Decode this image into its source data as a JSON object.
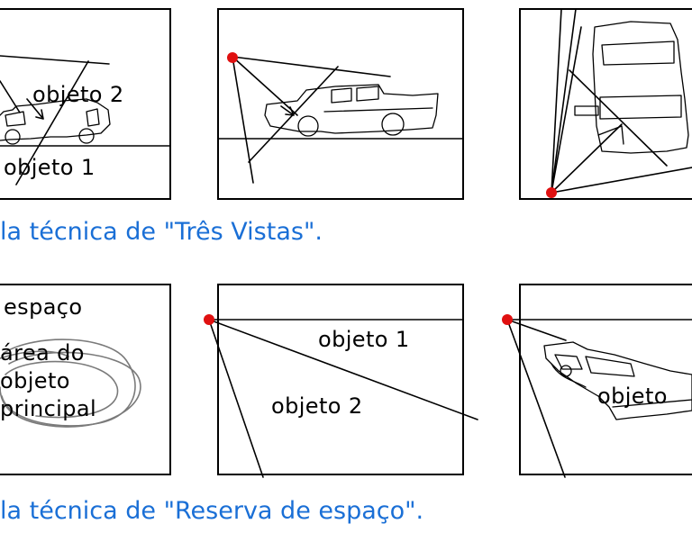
{
  "row1": {
    "panel1": {
      "label_objeto2": "objeto 2",
      "label_objeto1": "objeto 1"
    },
    "caption": "la técnica de \"Três Vistas\"."
  },
  "row2": {
    "panel1": {
      "label_espaco": "espaço",
      "label_area_line1": "área do",
      "label_area_line2": "objeto",
      "label_area_line3": "principal"
    },
    "panel2": {
      "label_objeto1": "objeto 1",
      "label_objeto2": "objeto 2"
    },
    "panel3": {
      "label_objeto": "objeto"
    },
    "caption": "la técnica de \"Reserva de espaço\"."
  },
  "colors": {
    "caption": "#1a6fd6",
    "camera_dot": "#e01010",
    "sketch_gray": "#7a7a7a"
  }
}
